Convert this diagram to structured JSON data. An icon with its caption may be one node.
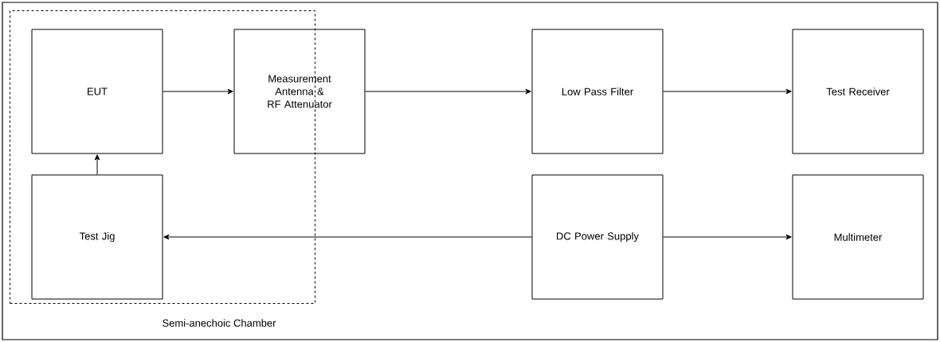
{
  "diagram": {
    "nodes": [
      {
        "text": [
          "Semi-anechoic Chamber"
        ]
      },
      {
        "text": [
          "EUT"
        ],
        "in": 0
      },
      {
        "text": [
          "Measurement Antenna & RF Attenuator"
        ]
      },
      {
        "text": [
          "Low Pass Filter"
        ]
      },
      {
        "text": [
          "Test Receiver"
        ]
      },
      {
        "text": [
          "Test Jig"
        ],
        "in": 0
      },
      {
        "text": [
          "DC Power Supply"
        ]
      },
      {
        "text": [
          "Multimeter"
        ]
      }
    ],
    "edges": [
      {
        "from": 1,
        "to": 2,
        "arrow": "to"
      },
      {
        "from": 2,
        "to": 3,
        "arrow": "to"
      },
      {
        "from": 3,
        "to": 4,
        "arrow": "to"
      },
      {
        "from": 5,
        "to": 1,
        "arrow": "to"
      },
      {
        "from": 6,
        "to": 5,
        "arrow": "to"
      },
      {
        "from": 6,
        "to": 7,
        "arrow": "to"
      }
    ]
  }
}
